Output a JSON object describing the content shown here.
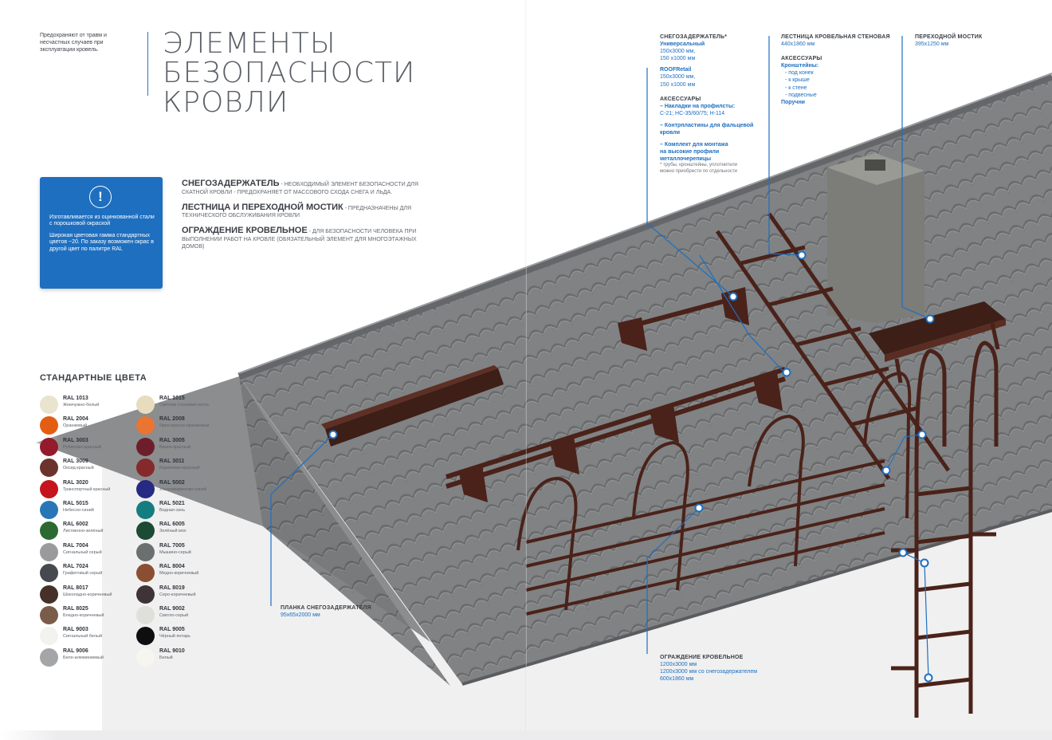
{
  "page": {
    "intro": "Предохраняют от травм и несчастных случаев при эксплуатации кровель.",
    "title_lines": [
      "ЭЛЕМЕНТЫ",
      "БЕЗОПАСНОСТИ",
      "КРОВЛИ"
    ]
  },
  "info_box": {
    "icon": "exclamation-circle-icon",
    "text1": "Изготавливается из оцинкованной стали с порошковой окраской",
    "text2": "Широкая цветовая гамма стандартных цветов ~20. По заказу возможен окрас в другой цвет по палитре RAL"
  },
  "definitions": [
    {
      "term": "СНЕГОЗАДЕРЖАТЕЛЬ",
      "text": " - НЕОБХОДИМЫЙ ЭЛЕМЕНТ БЕЗОПАСНОСТИ ДЛЯ СКАТНОЙ КРОВЛИ - ПРЕДОХРАНЯЕТ ОТ МАССОВОГО СХОДА СНЕГА И ЛЬДА."
    },
    {
      "term": "ЛЕСТНИЦА И ПЕРЕХОДНОЙ МОСТИК",
      "text": " - ПРЕДНАЗНАЧЕНЫ ДЛЯ ТЕХНИЧЕСКОГО ОБСЛУЖИВАНИЯ КРОВЛИ"
    },
    {
      "term": "ОГРАЖДЕНИЕ КРОВЕЛЬНОЕ",
      "text": " - ДЛЯ БЕЗОПАСНОСТИ ЧЕЛОВЕКА ПРИ ВЫПОЛНЕНИИ РАБОТ НА КРОВЛЕ (ОБЯЗАТЕЛЬНЫЙ ЭЛЕМЕНТ ДЛЯ МНОГОЭТАЖНЫХ ДОМОВ)"
    }
  ],
  "colors": {
    "title": "СТАНДАРТНЫЕ ЦВЕТА",
    "left": [
      {
        "code": "RAL 1013",
        "name": "Жемчужно-белый",
        "hex": "#e9e3cf"
      },
      {
        "code": "RAL 2004",
        "name": "Оранжевый",
        "hex": "#e35d12"
      },
      {
        "code": "RAL 3003",
        "name": "Рубиново-красный",
        "hex": "#951a2b"
      },
      {
        "code": "RAL 3009",
        "name": "Оксид красный",
        "hex": "#6b332c"
      },
      {
        "code": "RAL 3020",
        "name": "Транспортный красный",
        "hex": "#c5141c"
      },
      {
        "code": "RAL 5015",
        "name": "Небесно-синий",
        "hex": "#2876b8"
      },
      {
        "code": "RAL 6002",
        "name": "Лиственно-зелёный",
        "hex": "#2c6a32"
      },
      {
        "code": "RAL 7004",
        "name": "Сигнальный серый",
        "hex": "#9a9a9c"
      },
      {
        "code": "RAL 7024",
        "name": "Графитовый серый",
        "hex": "#46494d"
      },
      {
        "code": "RAL 8017",
        "name": "Шоколадно-коричневый",
        "hex": "#45302a"
      },
      {
        "code": "RAL 8025",
        "name": "Бледно-коричневый",
        "hex": "#7a5c4a"
      },
      {
        "code": "RAL 9003",
        "name": "Сигнальный белый",
        "hex": "#f2f2ee"
      },
      {
        "code": "RAL 9006",
        "name": "Бело-алюминиевый",
        "hex": "#a3a5a6"
      }
    ],
    "right": [
      {
        "code": "RAL 1015",
        "name": "Светлая слоновая кость",
        "hex": "#e8dcbf"
      },
      {
        "code": "RAL 2008",
        "name": "Ярко-красно-оранжевый",
        "hex": "#ea7432"
      },
      {
        "code": "RAL 3005",
        "name": "Винно-красный",
        "hex": "#6c1f2a"
      },
      {
        "code": "RAL 3011",
        "name": "Коричнево-красный",
        "hex": "#842a2b"
      },
      {
        "code": "RAL 5002",
        "name": "Ультрамариново-синий",
        "hex": "#272a83"
      },
      {
        "code": "RAL 5021",
        "name": "Водная синь",
        "hex": "#157d80"
      },
      {
        "code": "RAL 6005",
        "name": "Зелёный мох",
        "hex": "#1c4b34"
      },
      {
        "code": "RAL 7005",
        "name": "Мышино-серый",
        "hex": "#6c6f70"
      },
      {
        "code": "RAL 8004",
        "name": "Медно-коричневый",
        "hex": "#8a4f32"
      },
      {
        "code": "RAL 8019",
        "name": "Серо-коричневый",
        "hex": "#3e3437"
      },
      {
        "code": "RAL 9002",
        "name": "Светло-серый",
        "hex": "#e0e0da"
      },
      {
        "code": "RAL 9005",
        "name": "Чёрный янтарь",
        "hex": "#0e0e10"
      },
      {
        "code": "RAL 9010",
        "name": "Белый",
        "hex": "#f6f5ef"
      }
    ]
  },
  "callouts": {
    "snow_guard": {
      "heading": "СНЕГОЗАДЕРЖАТЕЛЬ*",
      "universal": "Универсальный",
      "universal_sizes": [
        "150х3000 мм,",
        "150 х1000 мм"
      ],
      "roofretail": "ROOFRetail",
      "roofretail_sizes": [
        "150х3000 мм,",
        "150 х1000 мм"
      ],
      "accessories_heading": "АКСЕССУАРЫ",
      "accessories": [
        "– Накладки на профилсты:",
        "  С-21; НС-35/60/75; Н-114",
        "– Контрпластины для фальцевой",
        "  кровли",
        "– Комплект для монтажа",
        "  на высокие профили",
        "  металлочерепицы"
      ],
      "note": [
        "* трубы, кронштейны, уплотнители",
        "можно приобрести по отдельности"
      ]
    },
    "ladder": {
      "heading": "ЛЕСТНИЦА КРОВЕЛЬНАЯ СТЕНОВАЯ",
      "size": "440х1860 мм",
      "accessories_heading": "АКСЕССУАРЫ",
      "brackets": "Кронштейны:",
      "brackets_list": [
        "- под конек",
        "- к крыше",
        "- к стене",
        "- подвесные"
      ],
      "handrails": "Поручни"
    },
    "bridge": {
      "heading": "ПЕРЕХОДНОЙ МОСТИК",
      "size": "395х1250 мм"
    },
    "plank": {
      "heading": "ПЛАНКА СНЕГОЗАДЕРЖАТЕЛЯ",
      "size": "95х65х2000 мм"
    },
    "railing": {
      "heading": "ОГРАЖДЕНИЕ КРОВЕЛЬНОЕ",
      "sizes": [
        "1200х3000 мм",
        "1200х3000 мм со снегозадержателем",
        "600х1860 мм"
      ]
    }
  }
}
